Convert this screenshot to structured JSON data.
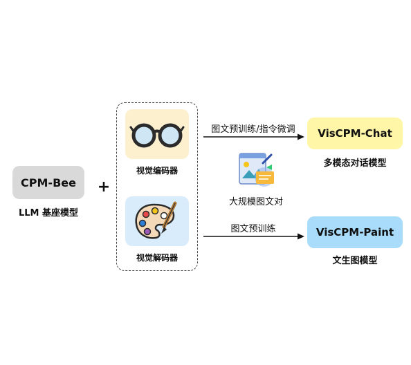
{
  "left": {
    "model_box_label": "CPM-Bee",
    "model_caption": "LLM 基座模型"
  },
  "plus_sign": "+",
  "middle": {
    "encoder_caption": "视觉编码器",
    "decoder_caption": "视觉解码器"
  },
  "arrows": {
    "top_label": "图文预训练/指令微调",
    "bottom_label": "图文预训练",
    "center_caption": "大规模图文对"
  },
  "right": {
    "chat_box_label": "VisCPM-Chat",
    "chat_caption": "多模态对话模型",
    "paint_box_label": "VisCPM-Paint",
    "paint_caption": "文生图模型"
  },
  "colors": {
    "cpm_bee_box": "#d9d9d9",
    "encoder_tile": "#fdf0cf",
    "decoder_tile": "#d9ecfb",
    "chat_box": "#fff6a8",
    "paint_box": "#a8dcfa"
  }
}
